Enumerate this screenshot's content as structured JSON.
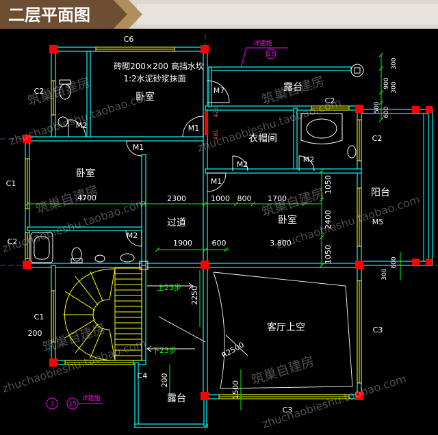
{
  "header": {
    "title": "二层平面图"
  },
  "rooms": {
    "bedroom_top": "卧室",
    "terrace_top": "露台",
    "closet": "衣帽间",
    "bedroom_left": "卧室",
    "balcony": "阳台",
    "corridor": "过道",
    "bedroom_right": "卧室",
    "living_void": "客厅上空",
    "terrace_bottom": "露台"
  },
  "note": {
    "line1": "砖砌200×200 高挡水坎",
    "line2": "1:2水泥砂浆抹面"
  },
  "windows": {
    "c6": "C6",
    "c2_upper_left": "C2",
    "c2_bath": "C2",
    "c2_right": "C2",
    "c1_left": "C1",
    "c2_left": "C2",
    "c1_stair": "C1",
    "c3_right": "C3",
    "c4": "C4",
    "c3_bottom": "C3"
  },
  "doors": {
    "m7": "M7",
    "m2_upper_bath": "M2",
    "m1_top_bedroom": "M1",
    "m1_left_bedroom": "M1",
    "m2_closet": "M2",
    "m2_bath": "M2",
    "m1_right_bedroom": "M1",
    "m5": "M5",
    "m2_left_bath": "M2"
  },
  "dimensions": {
    "row1": [
      "4700",
      "2300",
      "1000",
      "800",
      "1700"
    ],
    "row2": [
      "1900",
      "600"
    ],
    "right_bedroom_v": [
      "1050",
      "2400",
      "1050"
    ],
    "stair_run": "2250",
    "stair_wall": "200",
    "curve_radius": "R2500",
    "terrace_wall": "200",
    "terrace_depth": "1500",
    "top_right": [
      "300",
      "900",
      "300"
    ],
    "balcony_top": [
      "500",
      "600"
    ],
    "balcony_bottom": [
      "600",
      "300"
    ],
    "closet_wall": [
      "423",
      "481"
    ]
  },
  "level": "3.800",
  "stairs": {
    "up": "上23步",
    "down": "下23步"
  },
  "index_marks": {
    "top_text": "详建施",
    "top_number": "15",
    "bottom_text": "详建施",
    "bottom_numbers": [
      "3",
      "15"
    ]
  },
  "watermark": {
    "cn": "筑巢自建房",
    "url": "zhuchaobieshu.taobao.com"
  },
  "colors": {
    "wall": "#00ffff",
    "column": "#ff0000",
    "window": "#ffff00",
    "dimension": "#00ff00",
    "index": "#ff00ff",
    "background": "#000000"
  }
}
